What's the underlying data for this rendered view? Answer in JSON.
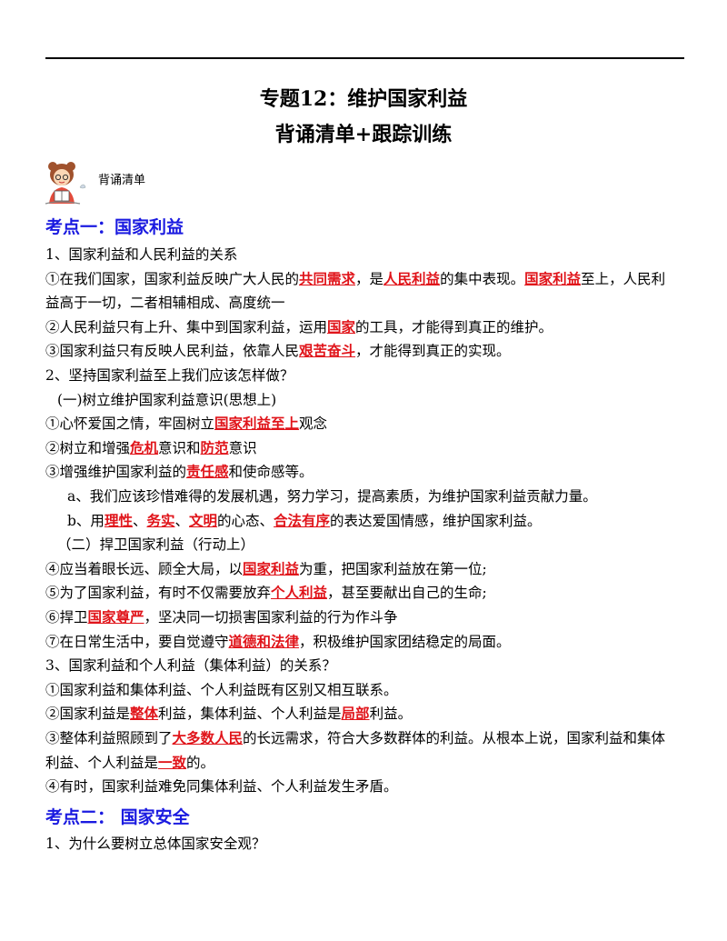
{
  "title": "专题12：维护国家利益",
  "subtitle": "背诵清单+跟踪训练",
  "mascot_label": "背诵清单",
  "section1": {
    "heading": "考点一：国家利益",
    "lines": [
      {
        "cls": "",
        "segs": [
          {
            "t": "1、国家利益和人民利益的关系"
          }
        ]
      },
      {
        "cls": "",
        "segs": [
          {
            "t": "①在我们国家，国家利益反映广大人民的"
          },
          {
            "t": "共同需求",
            "hl": true
          },
          {
            "t": "，是"
          },
          {
            "t": "人民利益",
            "hl": true
          },
          {
            "t": "的集中表现。"
          },
          {
            "t": "国家利益",
            "hl": true
          },
          {
            "t": "至上，人民利"
          }
        ]
      },
      {
        "cls": "",
        "segs": [
          {
            "t": "益高于一切，二者相辅相成、高度统一"
          }
        ]
      },
      {
        "cls": "",
        "segs": [
          {
            "t": "②人民利益只有上升、集中到国家利益，运用"
          },
          {
            "t": "国家",
            "hl": true
          },
          {
            "t": "的工具，才能得到真正的维护。"
          }
        ]
      },
      {
        "cls": "",
        "segs": [
          {
            "t": "③国家利益只有反映人民利益，依靠人民"
          },
          {
            "t": "艰苦奋斗",
            "hl": true
          },
          {
            "t": "，才能得到真正的实现。"
          }
        ]
      },
      {
        "cls": "",
        "segs": [
          {
            "t": "2、坚持国家利益至上我们应该怎样做？"
          }
        ]
      },
      {
        "cls": "ind1",
        "segs": [
          {
            "t": "(一)树立维护国家利益意识(思想上)"
          }
        ]
      },
      {
        "cls": "",
        "segs": [
          {
            "t": "①心怀爱国之情，牢固树立"
          },
          {
            "t": "国家利益至上",
            "hl": true
          },
          {
            "t": "观念"
          }
        ]
      },
      {
        "cls": "",
        "segs": [
          {
            "t": "②树立和增强"
          },
          {
            "t": "危机",
            "hl": true
          },
          {
            "t": "意识和"
          },
          {
            "t": "防范",
            "hl": true
          },
          {
            "t": "意识"
          }
        ]
      },
      {
        "cls": "",
        "segs": [
          {
            "t": "③增强维护国家利益的"
          },
          {
            "t": "责任感",
            "hl": true
          },
          {
            "t": "和使命感等。"
          }
        ]
      },
      {
        "cls": "ind2",
        "segs": [
          {
            "t": "a、我们应该珍惜难得的发展机遇，努力学习，提高素质，为维护国家利益贡献力量。"
          }
        ]
      },
      {
        "cls": "ind2",
        "segs": [
          {
            "t": "b、用"
          },
          {
            "t": "理性",
            "hl": true
          },
          {
            "t": "、"
          },
          {
            "t": "务实",
            "hl": true
          },
          {
            "t": "、"
          },
          {
            "t": "文明",
            "hl": true
          },
          {
            "t": "的心态、"
          },
          {
            "t": "合法有序",
            "hl": true
          },
          {
            "t": "的表达爱国情感，维护国家利益。"
          }
        ]
      },
      {
        "cls": "ind1",
        "segs": [
          {
            "t": "（二）捍卫国家利益（行动上）"
          }
        ]
      },
      {
        "cls": "",
        "segs": [
          {
            "t": "④应当着眼长远、顾全大局，以"
          },
          {
            "t": "国家利益",
            "hl": true
          },
          {
            "t": "为重，把国家利益放在第一位;"
          }
        ]
      },
      {
        "cls": "",
        "segs": [
          {
            "t": "⑤为了国家利益，有时不仅需要放弃"
          },
          {
            "t": "个人利益",
            "hl": true
          },
          {
            "t": "，甚至要献出自己的生命;"
          }
        ]
      },
      {
        "cls": "",
        "segs": [
          {
            "t": "⑥捍卫"
          },
          {
            "t": "国家尊严",
            "hl": true
          },
          {
            "t": "，坚决同一切损害国家利益的行为作斗争"
          }
        ]
      },
      {
        "cls": "",
        "segs": [
          {
            "t": "⑦在日常生活中，要自觉遵守"
          },
          {
            "t": "道德和法律",
            "hl": true
          },
          {
            "t": "，积极维护国家团结稳定的局面。"
          }
        ]
      },
      {
        "cls": "",
        "segs": [
          {
            "t": "3、国家利益和个人利益（集体利益）的关系？"
          }
        ]
      },
      {
        "cls": "",
        "segs": [
          {
            "t": "①国家利益和集体利益、个人利益既有区别又相互联系。"
          }
        ]
      },
      {
        "cls": "",
        "segs": [
          {
            "t": "②国家利益是"
          },
          {
            "t": "整体",
            "hl": true
          },
          {
            "t": "利益，集体利益、个人利益是"
          },
          {
            "t": "局部",
            "hl": true
          },
          {
            "t": "利益。"
          }
        ]
      },
      {
        "cls": "",
        "segs": [
          {
            "t": "③整体利益照顾到了"
          },
          {
            "t": "大多数人民",
            "hl": true
          },
          {
            "t": "的长远需求，符合大多数群体的利益。从根本上说，国家利益和集体"
          }
        ]
      },
      {
        "cls": "",
        "segs": [
          {
            "t": "利益、个人利益是"
          },
          {
            "t": "一致",
            "hl": true
          },
          {
            "t": "的。"
          }
        ]
      },
      {
        "cls": "",
        "segs": [
          {
            "t": "④有时，国家利益难免同集体利益、个人利益发生矛盾。"
          }
        ]
      }
    ]
  },
  "section2": {
    "heading": "考点二： 国家安全",
    "lines": [
      {
        "cls": "",
        "segs": [
          {
            "t": "1、为什么要树立总体国家安全观？"
          }
        ]
      }
    ]
  }
}
